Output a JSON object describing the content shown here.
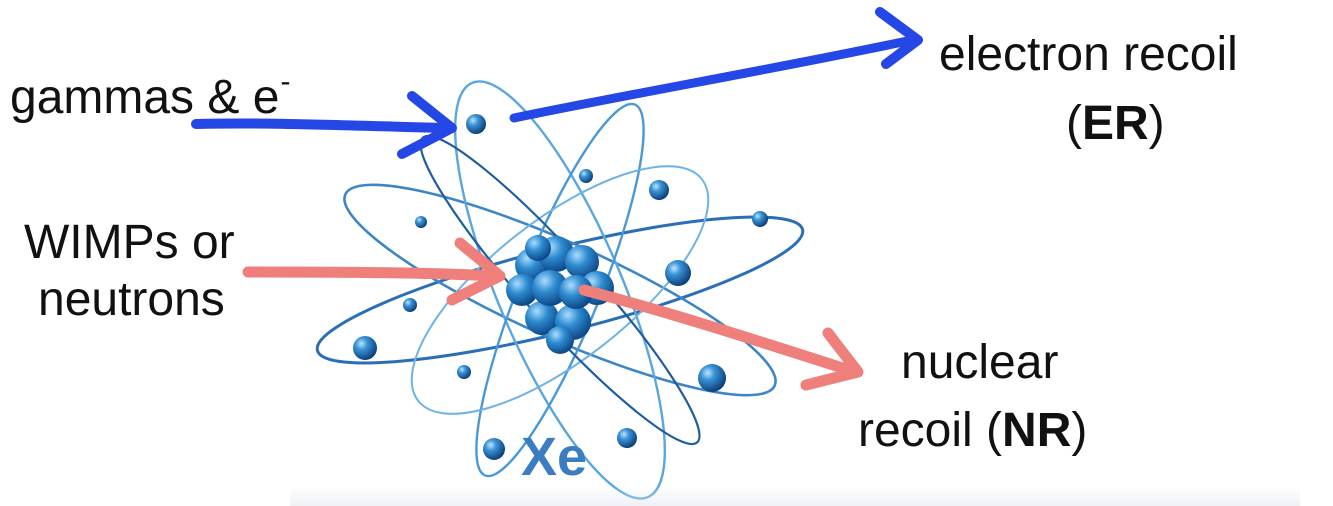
{
  "diagram": {
    "inputs": {
      "gammas_text": "gammas & e",
      "gammas_superscript": "-",
      "wimps_line1": "WIMPs or",
      "wimps_line2": "neutrons"
    },
    "outputs": {
      "electron_recoil_line1": "electron recoil",
      "electron_recoil_open": "(",
      "electron_recoil_abbr": "ER",
      "electron_recoil_close": ")",
      "nuclear_recoil_line1": "nuclear",
      "nuclear_recoil_prefix": "recoil (",
      "nuclear_recoil_abbr": "NR",
      "nuclear_recoil_close": ")"
    },
    "atom_label": "Xe",
    "colors": {
      "electron_arrow": "#2447e6",
      "nuclear_arrow": "#ef7f7a",
      "atom_label": "#3a7dc0",
      "orbit": "#2a6fb5",
      "electron": "#1f66ad",
      "nucleus": "#2f8bd0",
      "text": "#111111"
    },
    "icons": {
      "atom": "xenon-atom-icon",
      "electron_arrows": "blue-hand-drawn-arrow-icon",
      "nuclear_arrows": "pink-hand-drawn-arrow-icon"
    }
  }
}
